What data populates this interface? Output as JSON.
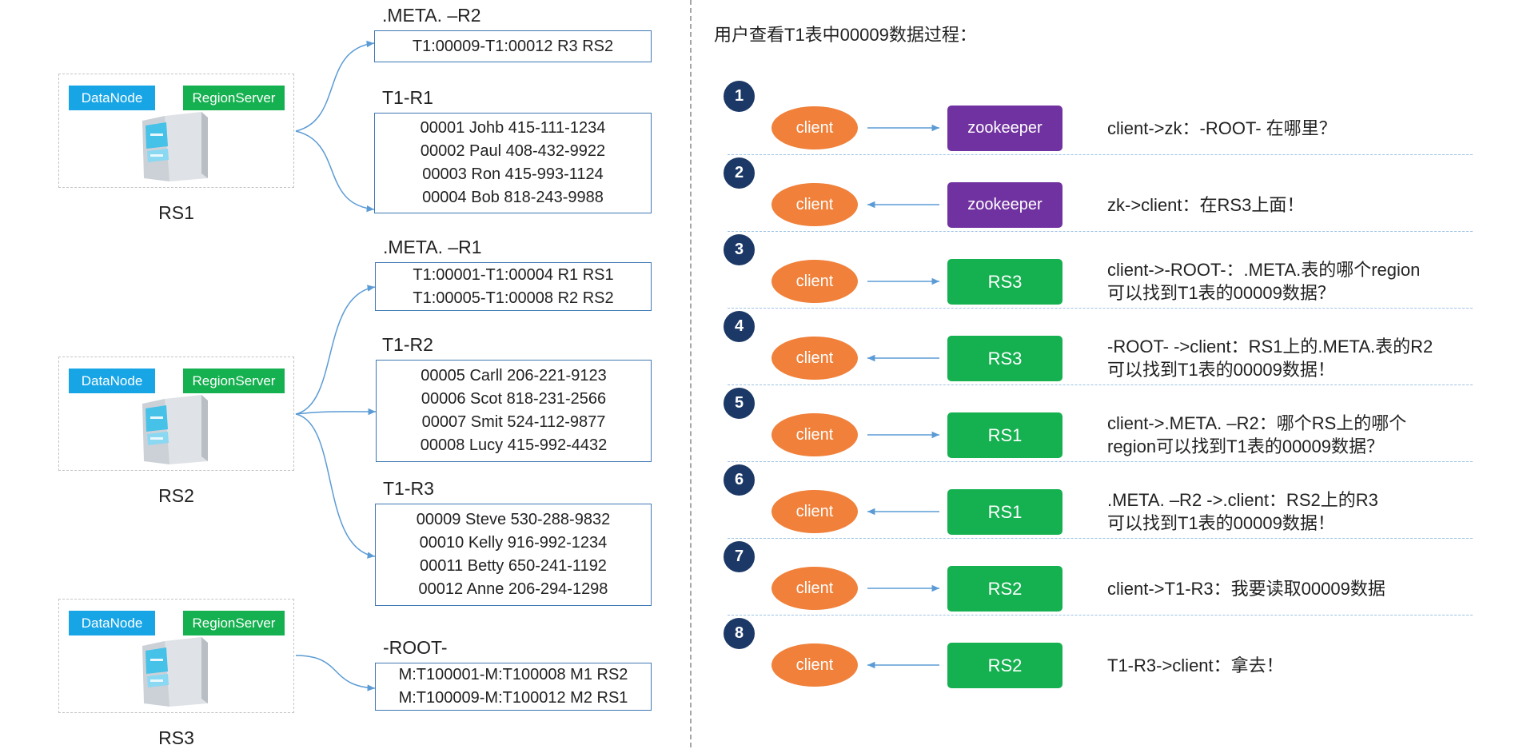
{
  "servers": [
    {
      "label": "RS1",
      "datanode": "DataNode",
      "regionserver": "RegionServer"
    },
    {
      "label": "RS2",
      "datanode": "DataNode",
      "regionserver": "RegionServer"
    },
    {
      "label": "RS3",
      "datanode": "DataNode",
      "regionserver": "RegionServer"
    }
  ],
  "tables": [
    {
      "title": ".META. –R2",
      "rows": [
        "T1:00009-T1:00012 R3 RS2"
      ]
    },
    {
      "title": "T1-R1",
      "rows": [
        "00001 Johb 415-111-1234",
        "00002 Paul 408-432-9922",
        "00003 Ron 415-993-1124",
        "00004 Bob 818-243-9988"
      ]
    },
    {
      "title": ".META. –R1",
      "rows": [
        "T1:00001-T1:00004 R1 RS1",
        "T1:00005-T1:00008 R2 RS2"
      ]
    },
    {
      "title": "T1-R2",
      "rows": [
        "00005 Carll 206-221-9123",
        "00006 Scot 818-231-2566",
        "00007 Smit 524-112-9877",
        "00008 Lucy 415-992-4432"
      ]
    },
    {
      "title": "T1-R3",
      "rows": [
        "00009 Steve 530-288-9832",
        "00010 Kelly 916-992-1234",
        "00011 Betty 650-241-1192",
        "00012 Anne 206-294-1298"
      ]
    },
    {
      "title": "-ROOT-",
      "rows": [
        "M:T100001-M:T100008 M1 RS2",
        "M:T100009-M:T100012 M2 RS1"
      ]
    }
  ],
  "process": {
    "title": "用户查看T1表中00009数据过程：",
    "steps": [
      {
        "num": "1",
        "client": "client",
        "node": "zookeeper",
        "node_kind": "zk",
        "direction": "right",
        "lines": [
          "client->zk：-ROOT- 在哪里？"
        ]
      },
      {
        "num": "2",
        "client": "client",
        "node": "zookeeper",
        "node_kind": "zk",
        "direction": "left",
        "lines": [
          "zk->client：在RS3上面！"
        ]
      },
      {
        "num": "3",
        "client": "client",
        "node": "RS3",
        "node_kind": "rs",
        "direction": "right",
        "lines": [
          "client->-ROOT-：.META.表的哪个region",
          "可以找到T1表的00009数据？"
        ]
      },
      {
        "num": "4",
        "client": "client",
        "node": "RS3",
        "node_kind": "rs",
        "direction": "left",
        "lines": [
          "-ROOT- ->client：RS1上的.META.表的R2",
          "可以找到T1表的00009数据！"
        ]
      },
      {
        "num": "5",
        "client": "client",
        "node": "RS1",
        "node_kind": "rs",
        "direction": "right",
        "lines": [
          "client->.META. –R2：哪个RS上的哪个",
          "region可以找到T1表的00009数据？"
        ]
      },
      {
        "num": "6",
        "client": "client",
        "node": "RS1",
        "node_kind": "rs",
        "direction": "left",
        "lines": [
          ".META. –R2 ->.client：RS2上的R3",
          "可以找到T1表的00009数据！"
        ]
      },
      {
        "num": "7",
        "client": "client",
        "node": "RS2",
        "node_kind": "rs",
        "direction": "right",
        "lines": [
          "client->T1-R3：我要读取00009数据"
        ]
      },
      {
        "num": "8",
        "client": "client",
        "node": "RS2",
        "node_kind": "rs",
        "direction": "left",
        "lines": [
          "T1-R3->client：拿去！"
        ]
      }
    ]
  },
  "colors": {
    "datanode": "#18a5e6",
    "regionserver": "#15b04f",
    "client": "#f0803a",
    "zookeeper": "#7032a0",
    "rs_node": "#15b04f",
    "step_badge": "#1b3866",
    "arrow": "#5b9bd5",
    "table_border": "#3f78b4"
  },
  "icons": {
    "server": "server-tower-icon"
  }
}
